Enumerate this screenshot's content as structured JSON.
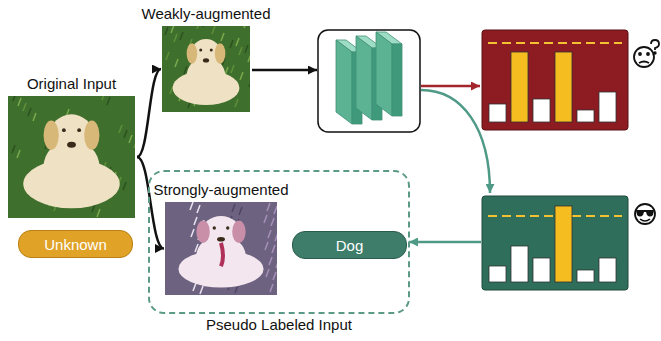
{
  "diagram": {
    "nodes": [
      {
        "text": [
          "Original Input"
        ]
      },
      {
        "text": [
          "Unknown"
        ]
      },
      {
        "text": [
          "Weakly-augmented"
        ]
      },
      {
        "text": [
          "Pseudo Labeled Input"
        ]
      },
      {
        "text": [
          "Strongly-augmented"
        ],
        "in": 3
      },
      {
        "text": [
          "Dog"
        ],
        "in": 3
      }
    ],
    "edges": [
      {
        "from": 0,
        "to": 2,
        "arrow": "to"
      },
      {
        "from": 0,
        "to": 4,
        "arrow": "to"
      }
    ]
  }
}
